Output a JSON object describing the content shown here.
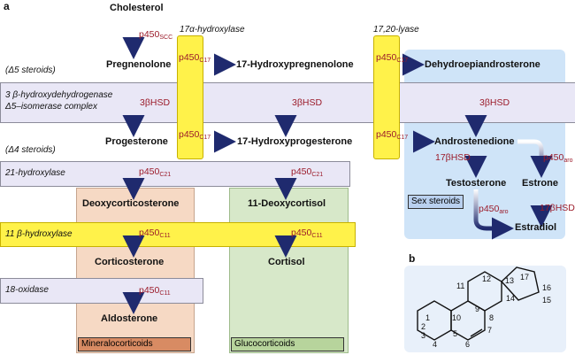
{
  "panel_a": {
    "label": "a",
    "nodes": {
      "cholesterol": "Cholesterol",
      "pregnenolone": "Pregnenolone",
      "hydroxypregnenolone": "17-Hydroxypregnenolone",
      "dhea": "Dehydroepiandrosterone",
      "progesterone": "Progesterone",
      "hydroxyprogesterone": "17-Hydroxyprogesterone",
      "androstenedione": "Androstenedione",
      "testosterone": "Testosterone",
      "estrone": "Estrone",
      "estradiol": "Estradiol",
      "deoxycorticosterone": "Deoxycorticosterone",
      "deoxycortisol": "11-Deoxycortisol",
      "corticosterone": "Corticosterone",
      "cortisol": "Cortisol",
      "aldosterone": "Aldosterone"
    },
    "enzymes": {
      "scc": {
        "base": "p450",
        "sub": "SCC"
      },
      "c17": {
        "base": "p450",
        "sub": "C17"
      },
      "c21": {
        "base": "p450",
        "sub": "C21"
      },
      "c11": {
        "base": "p450",
        "sub": "C11"
      },
      "aro": {
        "base": "p450",
        "sub": "aro"
      },
      "hsd3b": "3βHSD",
      "hsd17b": "17βHSD"
    },
    "column_labels": {
      "hydroxylase17a": "17α-hydroxylase",
      "lyase": "17,20-lyase"
    },
    "row_labels": {
      "delta5": "(Δ5 steroids)",
      "hsd_line1": "3 β-hydroxydehydrogenase",
      "hsd_line2": "Δ5–isomerase complex",
      "delta4": "(Δ4 steroids)",
      "hydroxylase21": "21-hydroxylase",
      "hydroxylase11b": "11 β-hydroxylase",
      "oxidase18": "18-oxidase"
    },
    "group_labels": {
      "sex": "Sex steroids",
      "mineralo": "Mineralocorticoids",
      "gluco": "Glucocorticoids"
    },
    "colors": {
      "lavender_band": "#e9e7f6",
      "yellow_band": "#fff24a",
      "sex_region": "#cfe4f8",
      "mineralo_region": "#f6d9c4",
      "gluco_region": "#d7e8c9",
      "enzyme_text": "#9b1b2a",
      "arrow": "#1f2a6e"
    }
  },
  "panel_b": {
    "label": "b",
    "carbons": [
      "1",
      "2",
      "3",
      "4",
      "5",
      "6",
      "7",
      "8",
      "9",
      "10",
      "11",
      "12",
      "13",
      "14",
      "15",
      "16",
      "17"
    ],
    "background": "#e8f0fa"
  }
}
